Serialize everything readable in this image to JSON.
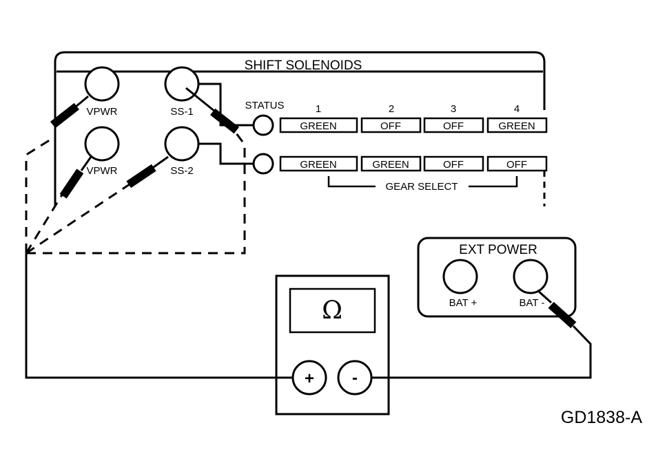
{
  "panel": {
    "title": "SHIFT SOLENOIDS",
    "status_label": "STATUS",
    "gear_select_label": "GEAR SELECT",
    "pins": {
      "vpwr_top": "VPWR",
      "ss1": "SS-1",
      "vpwr_bottom": "VPWR",
      "ss2": "SS-2"
    },
    "gear_numbers": [
      "1",
      "2",
      "3",
      "4"
    ],
    "ss1_row": [
      "GREEN",
      "OFF",
      "OFF",
      "GREEN"
    ],
    "ss2_row": [
      "GREEN",
      "GREEN",
      "OFF",
      "OFF"
    ]
  },
  "ext_power": {
    "title": "EXT POWER",
    "bat_plus": "BAT +",
    "bat_minus": "BAT -"
  },
  "meter": {
    "symbol": "Ω",
    "plus": "+",
    "minus": "-"
  },
  "figure_code": "GD1838-A",
  "colors": {
    "line": "#000000",
    "background": "#ffffff"
  }
}
